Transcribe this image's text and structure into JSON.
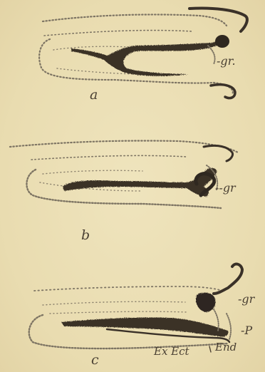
{
  "figure": {
    "panels": [
      {
        "letter": "a",
        "labels": {
          "gr": "-gr."
        }
      },
      {
        "letter": "b",
        "labels": {
          "gr": "--gr"
        }
      },
      {
        "letter": "c",
        "labels": {
          "gr": "-gr",
          "p": "-P",
          "ex_ect": "Ex Ect",
          "end": "End"
        }
      }
    ]
  },
  "colors": {
    "background": "#ece0b6",
    "ink": "#3a3128",
    "stipple": "#7d7463"
  }
}
